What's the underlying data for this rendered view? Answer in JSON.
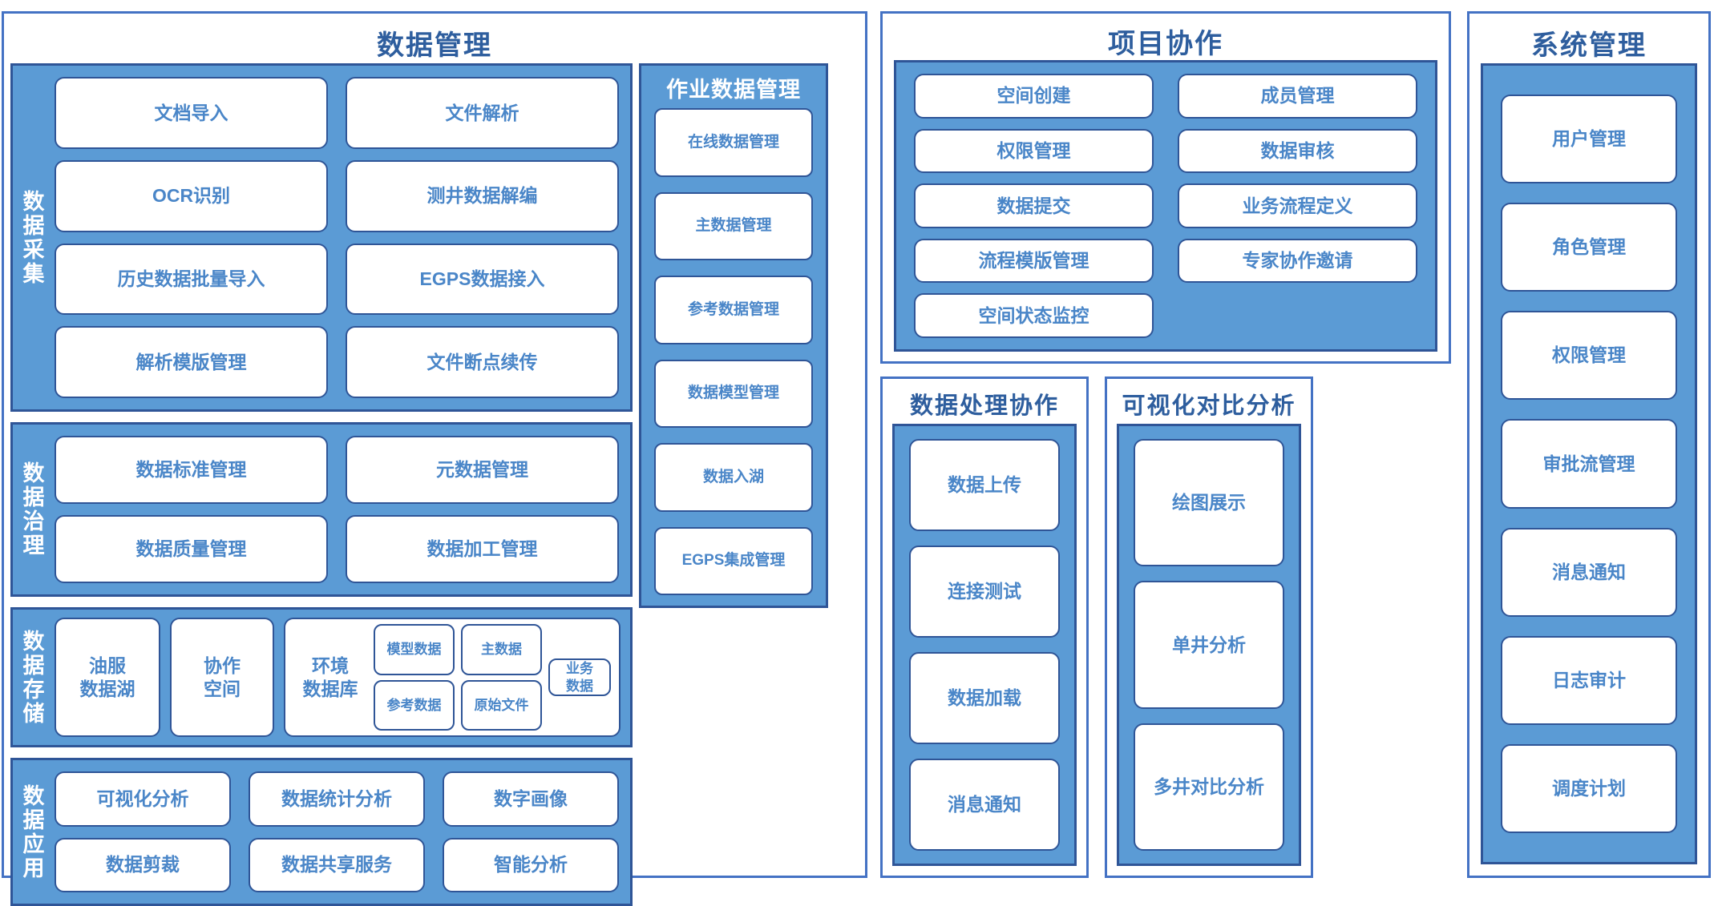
{
  "colors": {
    "panel_border": "#4472C4",
    "box_fill": "#5B9BD5",
    "box_border": "#2F5597",
    "title_text": "#2E5E9E",
    "card_text": "#4A86C8",
    "vlabel_text": "#FFFFFF"
  },
  "data_management": {
    "title": "数据管理",
    "sections": {
      "collection": {
        "label": "数据采集",
        "items": [
          "文档导入",
          "文件解析",
          "OCR识别",
          "测井数据解编",
          "历史数据批量导入",
          "EGPS数据接入",
          "解析模版管理",
          "文件断点续传"
        ]
      },
      "governance": {
        "label": "数据治理",
        "items": [
          "数据标准管理",
          "元数据管理",
          "数据质量管理",
          "数据加工管理"
        ]
      },
      "storage": {
        "label": "数据存储",
        "oil_lake": "油服\n数据湖",
        "oil_lake_lines": [
          "油服",
          "数据湖"
        ],
        "collab_space_lines": [
          "协作",
          "空间"
        ],
        "env_db_lines": [
          "环境",
          "数据库"
        ],
        "env_items": [
          "模型数据",
          "主数据",
          "参考数据",
          "原始文件"
        ],
        "business_lines": [
          "业务",
          "数据"
        ]
      },
      "application": {
        "label": "数据应用",
        "items": [
          "可视化分析",
          "数据统计分析",
          "数字画像",
          "数据剪裁",
          "数据共享服务",
          "智能分析"
        ]
      }
    },
    "job_data": {
      "title": "作业数据管理",
      "items": [
        "在线数据管理",
        "主数据管理",
        "参考数据管理",
        "数据模型管理",
        "数据入湖",
        "EGPS集成管理"
      ]
    }
  },
  "project_collaboration": {
    "title": "项目协作",
    "items": [
      "空间创建",
      "成员管理",
      "权限管理",
      "数据审核",
      "数据提交",
      "业务流程定义",
      "流程模版管理",
      "专家协作邀请",
      "空间状态监控"
    ]
  },
  "data_processing_collaboration": {
    "title": "数据处理协作",
    "items": [
      "数据上传",
      "连接测试",
      "数据加载",
      "消息通知"
    ]
  },
  "visual_comparison_analysis": {
    "title": "可视化对比分析",
    "items": [
      "绘图展示",
      "单井分析",
      "多井对比分析"
    ]
  },
  "system_management": {
    "title": "系统管理",
    "items": [
      "用户管理",
      "角色管理",
      "权限管理",
      "审批流管理",
      "消息通知",
      "日志审计",
      "调度计划"
    ]
  }
}
